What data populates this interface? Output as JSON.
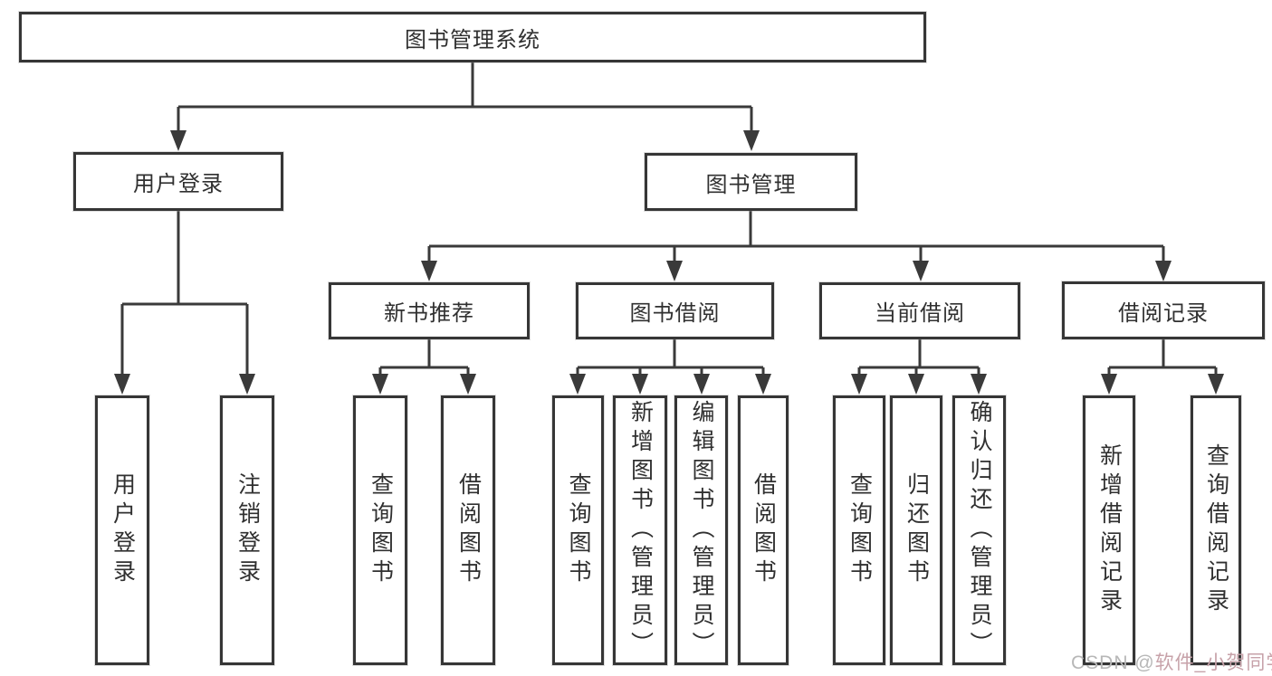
{
  "tree": {
    "root": {
      "label": "图书管理系统",
      "children": [
        {
          "label": "用户登录",
          "children": [
            {
              "label": "用户登录"
            },
            {
              "label": "注销登录"
            }
          ]
        },
        {
          "label": "图书管理",
          "children": [
            {
              "label": "新书推荐",
              "children": [
                {
                  "label": "查询图书"
                },
                {
                  "label": "借阅图书"
                }
              ]
            },
            {
              "label": "图书借阅",
              "children": [
                {
                  "label": "查询图书"
                },
                {
                  "label": "新增图书（管理员）"
                },
                {
                  "label": "编辑图书（管理员）"
                },
                {
                  "label": "借阅图书"
                }
              ]
            },
            {
              "label": "当前借阅",
              "children": [
                {
                  "label": "查询图书"
                },
                {
                  "label": "归还图书"
                },
                {
                  "label": "确认归还（管理员）"
                }
              ]
            },
            {
              "label": "借阅记录",
              "children": [
                {
                  "label": "新增借阅记录"
                },
                {
                  "label": "查询借阅记录"
                }
              ]
            }
          ]
        }
      ]
    }
  },
  "watermark": {
    "prefix": "CSDN @",
    "author": "软件_小贺同学"
  },
  "colors": {
    "background": "#ffffff",
    "box_fill": "#ffffff",
    "border": "#363636",
    "line": "#3a3a3a",
    "text": "#303030",
    "watermark": "#b7b7b7",
    "watermark_accent": "#c7a2a9"
  }
}
